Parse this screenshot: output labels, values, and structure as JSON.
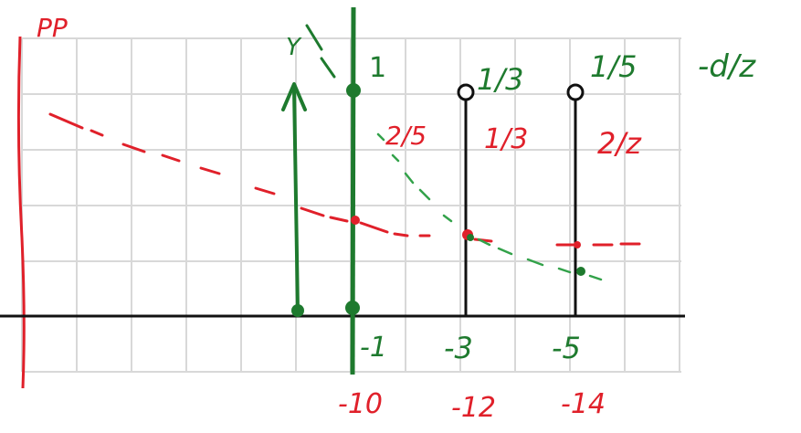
{
  "colors": {
    "green": "#1e7a2e",
    "red": "#e0202a",
    "black": "#111111",
    "grid": "#d8d8d8"
  },
  "labels": {
    "pp": "PP",
    "y": "Y",
    "green_top_right": "-d/z",
    "val_1": "1",
    "val_1_3_green": "1/3",
    "val_1_5_green": "1/5",
    "val_2_5_red": "2/5",
    "val_1_3_red": "1/3",
    "val_2_z_red": "2/z",
    "x_minus_1": "-1",
    "x_minus_3": "-3",
    "x_minus_5": "-5",
    "red_minus_10": "-10",
    "red_minus_12": "-12",
    "red_minus_14": "-14"
  }
}
